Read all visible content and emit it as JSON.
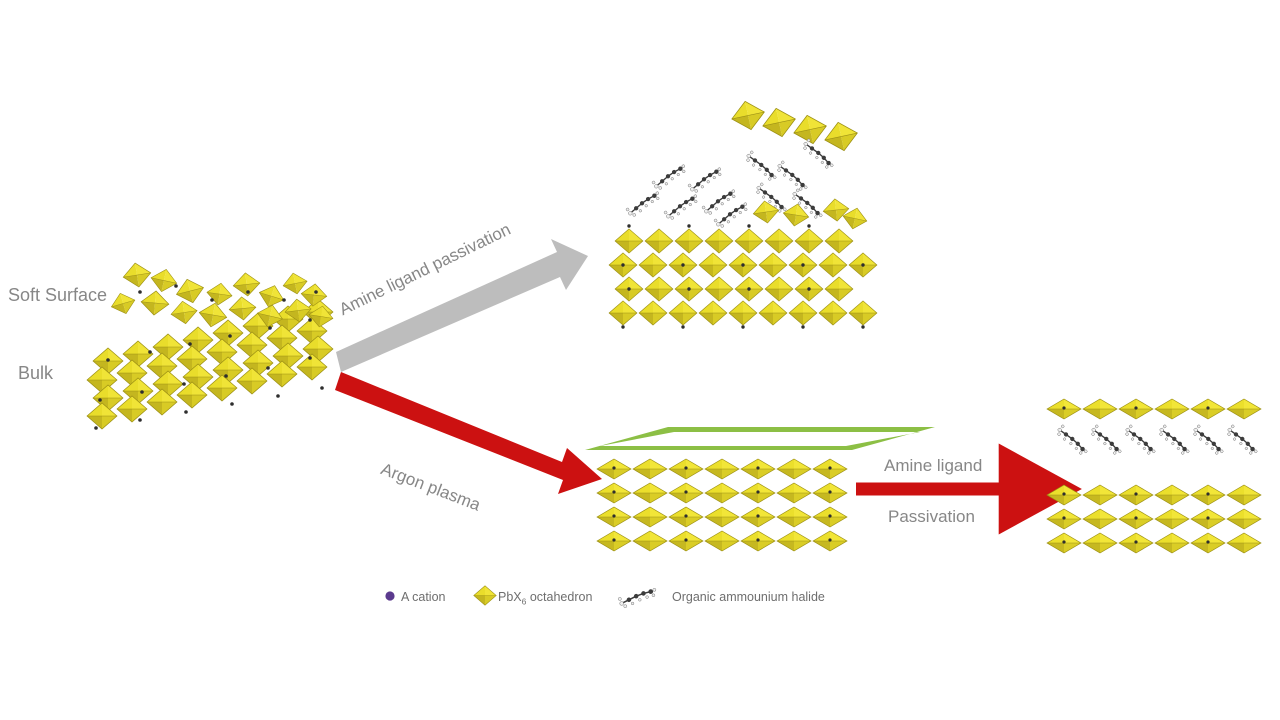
{
  "figure": {
    "type": "schematic-diagram",
    "subject": "Perovskite surface passivation via argon plasma and amine ligand treatment",
    "background_color": "#ffffff"
  },
  "labels": {
    "soft_surface": "Soft Surface",
    "bulk": "Bulk",
    "amine_ligand_passivation_diagonal": "Amine ligand passivation",
    "argon_plasma": "Argon plasma",
    "amine_ligand_right": "Amine ligand",
    "passivation_right": "Passivation"
  },
  "legend": {
    "items": [
      {
        "marker": "purple-dot-icon",
        "label": "A cation",
        "color": "#5b3a8e"
      },
      {
        "marker": "yellow-diamond-icon",
        "label": "PbX",
        "sub": "6",
        "label_tail": " octahedron",
        "color": "#e7d92a"
      },
      {
        "marker": "organic-molecule-icon",
        "label": "Organic ammounium halide",
        "color": "#4a4a4a"
      }
    ]
  },
  "arrows": [
    {
      "name": "amine-ligand-passivation-arrow",
      "style": "diagonal-up-right",
      "color": "#bdbdbd"
    },
    {
      "name": "argon-plasma-arrow",
      "style": "diagonal-down-right",
      "color": "#cc1111"
    },
    {
      "name": "amine-ligand-passivation-right-arrow",
      "style": "horizontal-right",
      "color": "#cc1111"
    }
  ],
  "structures": [
    {
      "name": "pristine-crystal-left",
      "description": "Bulk perovskite lattice with disordered soft surface layer of detached octahedra on top",
      "rows_bulk": 3,
      "surface_disordered": true
    },
    {
      "name": "amine-passivated-crystal-top",
      "description": "Lattice after direct amine ligand passivation; a fragment of octahedra chain detaches and organic ammonium halide molecules escape",
      "rows_bulk": 3,
      "detached_fragment_units": 4,
      "escaping_molecules": 9
    },
    {
      "name": "plasma-smoothed-crystal-middle",
      "description": "Flattened, ordered lattice after argon plasma treatment, with green plane marking the smooth surface",
      "rows_bulk": 4,
      "smooth_plane": true,
      "plane_color": "#8cbf45"
    },
    {
      "name": "final-passivated-crystal-right",
      "description": "Final structure: intercalated layer of organic ammonium halide ligands between top octahedra layer and the bulk",
      "rows_bulk": 3,
      "ligand_layer_count": 6
    }
  ],
  "colors": {
    "octahedron_light": "#ece02c",
    "octahedron_mid": "#e2d426",
    "octahedron_dark": "#c9bb22",
    "octahedron_shadow": "#b3a61d",
    "outline": "#8c8212",
    "red_arrow": "#cc1111",
    "gray_arrow": "#bdbdbd",
    "green_plane": "#8cbf45",
    "label_gray": "#878787",
    "a_cation": "#3a3a3a",
    "molecule_carbon": "#3c3c3c",
    "molecule_hydrogen": "#f2f2f2"
  }
}
